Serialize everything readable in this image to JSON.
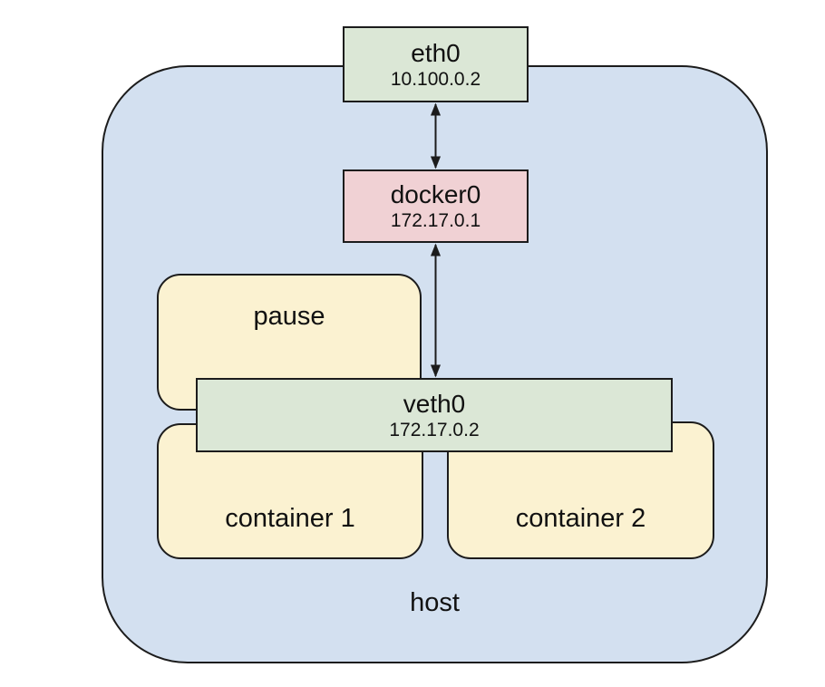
{
  "diagram": {
    "description": "Docker pod networking diagram",
    "host": {
      "label": "host"
    },
    "nodes": {
      "eth0": {
        "name": "eth0",
        "ip": "10.100.0.2"
      },
      "docker0": {
        "name": "docker0",
        "ip": "172.17.0.1"
      },
      "veth0": {
        "name": "veth0",
        "ip": "172.17.0.2"
      },
      "pause": {
        "label": "pause"
      },
      "container1": {
        "label": "container 1"
      },
      "container2": {
        "label": "container 2"
      }
    },
    "edges": [
      {
        "from": "eth0",
        "to": "docker0",
        "style": "double-headed-arrow"
      },
      {
        "from": "docker0",
        "to": "veth0",
        "style": "double-headed-arrow"
      }
    ],
    "colors": {
      "host_fill": "#d3e0f0",
      "interface_fill": "#dbe7d6",
      "bridge_fill": "#f0d1d4",
      "pod_fill": "#fbf2d1",
      "border": "#1c1c1c",
      "background": "#ffffff"
    }
  }
}
